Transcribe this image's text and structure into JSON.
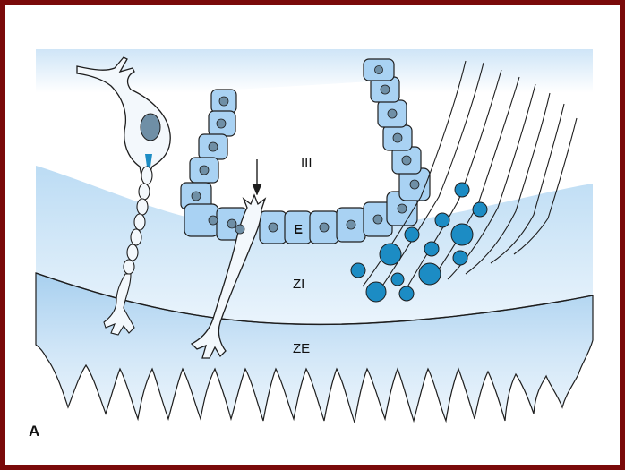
{
  "colors": {
    "frame": "#7a0a0a",
    "tissue_light": "#e6f2fb",
    "tissue_mid": "#bcdcf4",
    "tissue_dark": "#9ccaee",
    "ependymal_cell": "#a9d2f3",
    "nucleus": "#6f8fa6",
    "granule": "#1c8cc4",
    "outline": "#1e1e1e",
    "cell_body": "#f3f8fc"
  },
  "labels": {
    "ventricle": "III",
    "ependyma": "E",
    "internal_zone": "ZI",
    "external_zone": "ZE",
    "panel": "A"
  },
  "icons": {
    "arrow": "down-arrow-icon"
  }
}
